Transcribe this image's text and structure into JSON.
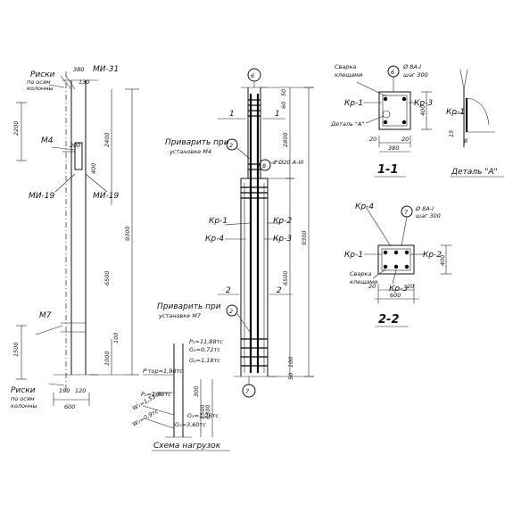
{
  "left": {
    "riski_top": "Риски",
    "po_osyam": "по осям",
    "kolonny": "колонны",
    "mi31": "МИ-31",
    "m4": "М4",
    "mi19a": "МИ-19",
    "mi19b": "МИ-19",
    "m7": "М7",
    "riski_bot": "Риски",
    "po_osyam_bot": "по осям",
    "kolonny_bot": "колонны",
    "d380": "380",
    "d130": "130",
    "d2200": "2200",
    "d2400": "2400",
    "d9300": "9300",
    "d6500": "6500",
    "d1500": "1500",
    "d1000": "1000",
    "d100": "100",
    "d190": "190",
    "d120": "120",
    "d600": "600",
    "d200": "200",
    "d400": "400"
  },
  "loads": {
    "p1": "P₁=11,88тс",
    "g1": "G₁=0,72тс",
    "g2": "G₂=1,18тс",
    "ptor": "P'тор=1,98тс",
    "p2": "P₂=1,98тс",
    "w1": "W₁=1,53тс",
    "w2": "W₂=0,9тс",
    "g3": "G₃=1,26тс",
    "g4": "G₄=3,60тс",
    "d300": "300",
    "d6300": "6300",
    "d5500": "5500",
    "caption": "Схема нагрузок"
  },
  "middle": {
    "marker_top": "6",
    "marker_bot": "7",
    "marker8": "8",
    "marker2a": "2",
    "marker2b": "2",
    "privarit1a": "Приварить при",
    "privarit1b": "установке М4",
    "privarit2a": "Приварить при",
    "privarit2b": "установке М7",
    "stirrup": "2 Ø20 А-III",
    "seg1a": "1",
    "seg1b": "1",
    "seg2a": "2",
    "seg2b": "2",
    "kr1": "Кр-1",
    "kr4": "Кр-4",
    "kr2": "Кр-2",
    "kr3": "Кр-3",
    "d50": "50",
    "d60": "60",
    "d2800": "2800",
    "d6500": "6500",
    "d9300": "9300",
    "d100": "100",
    "d50b": "50"
  },
  "sec11": {
    "svarka": "Сварка",
    "kleshchami": "клещами",
    "marker6": "6",
    "phi": "Ø 8А-I",
    "shag": "шаг 300",
    "kr1": "Кр-1",
    "kr3": "Кр-3",
    "detal": "Деталь \"А\"",
    "d400": "400",
    "d20a": "20",
    "d20b": "20",
    "d380": "380",
    "title": "1-1"
  },
  "detailA": {
    "kr1": "Кр-1",
    "d15": "15",
    "d8": "8",
    "title": "Деталь \"А\""
  },
  "sec22": {
    "kr4": "Кр-4",
    "marker7": "7",
    "phi": "Ø 8А-I",
    "shag": "шаг 300",
    "kr1": "Кр-1",
    "kr2": "Кр-2",
    "svarka": "Сварка",
    "kleshchami": "клещами",
    "kr3": "Кр-3",
    "d400": "400",
    "d20a": "20",
    "d20b": "20",
    "d600": "600",
    "title": "2-2"
  }
}
